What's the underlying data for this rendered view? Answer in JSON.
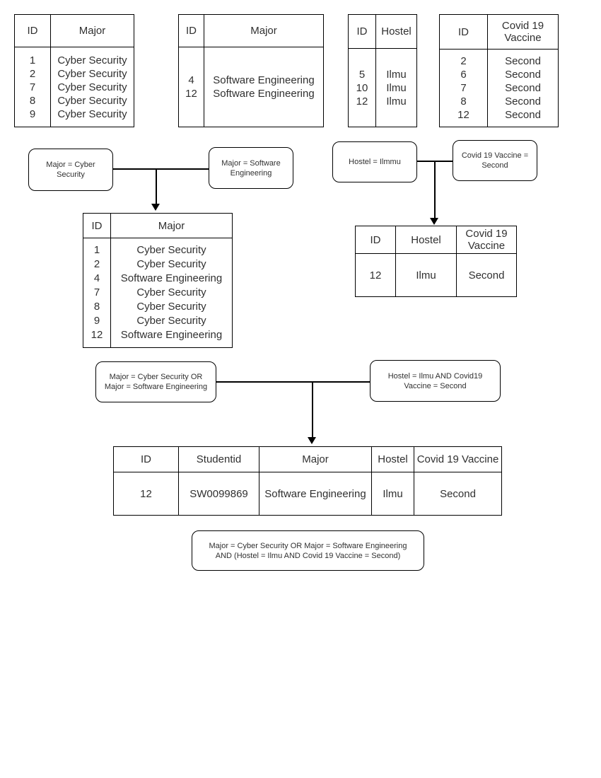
{
  "page": {
    "background": "#ffffff",
    "stroke_color": "#000000",
    "text_color": "#303030"
  },
  "source_tables": {
    "cyber_majors": {
      "headers": [
        "ID",
        "Major"
      ],
      "ids": [
        "1",
        "2",
        "7",
        "8",
        "9"
      ],
      "values": [
        "Cyber Security",
        "Cyber Security",
        "Cyber Security",
        "Cyber Security",
        "Cyber Security"
      ]
    },
    "software_majors": {
      "headers": [
        "ID",
        "Major"
      ],
      "ids": [
        "4",
        "12"
      ],
      "values": [
        "Software Engineering",
        "Software Engineering"
      ]
    },
    "hostel": {
      "headers": [
        "ID",
        "Hostel"
      ],
      "ids": [
        "5",
        "10",
        "12"
      ],
      "values": [
        "Ilmu",
        "Ilmu",
        "Ilmu"
      ]
    },
    "vaccine": {
      "headers": [
        "ID",
        "Covid 19 Vaccine"
      ],
      "ids": [
        "2",
        "6",
        "7",
        "8",
        "12"
      ],
      "values": [
        "Second",
        "Second",
        "Second",
        "Second",
        "Second"
      ]
    }
  },
  "filters": {
    "major_cyber": {
      "lines": [
        "Major = Cyber",
        "Security"
      ]
    },
    "major_software": {
      "lines": [
        "Major = Software",
        "Engineering"
      ]
    },
    "hostel_ilmmu": {
      "lines": [
        "Hostel = Ilmmu"
      ]
    },
    "vaccine_second": {
      "lines": [
        "Covid 19 Vaccine =",
        "Second"
      ]
    },
    "major_union": {
      "lines": [
        "Major = Cyber Security OR",
        "Major = Software Engineering"
      ]
    },
    "hostel_vaccine": {
      "lines": [
        "Hostel = Ilmu AND Covid19",
        "Vaccine = Second"
      ]
    },
    "combined": {
      "lines": [
        "Major = Cyber Security OR Major = Software Engineering",
        "AND (Hostel = Ilmu AND Covid 19 Vaccine = Second)"
      ]
    }
  },
  "merged_major_table": {
    "headers": [
      "ID",
      "Major"
    ],
    "ids": [
      "1",
      "2",
      "4",
      "7",
      "8",
      "9",
      "12"
    ],
    "values": [
      "Cyber Security",
      "Cyber Security",
      "Software Engineering",
      "Cyber Security",
      "Cyber Security",
      "Cyber Security",
      "Software Engineering"
    ]
  },
  "hostel_vaccine_table": {
    "headers": [
      "ID",
      "Hostel",
      "Covid 19 Vaccine"
    ],
    "row": [
      "12",
      "Ilmu",
      "Second"
    ]
  },
  "final_table": {
    "headers": [
      "ID",
      "Studentid",
      "Major",
      "Hostel",
      "Covid 19 Vaccine"
    ],
    "row": [
      "12",
      "SW0099869",
      "Software Engineering",
      "Ilmu",
      "Second"
    ]
  }
}
